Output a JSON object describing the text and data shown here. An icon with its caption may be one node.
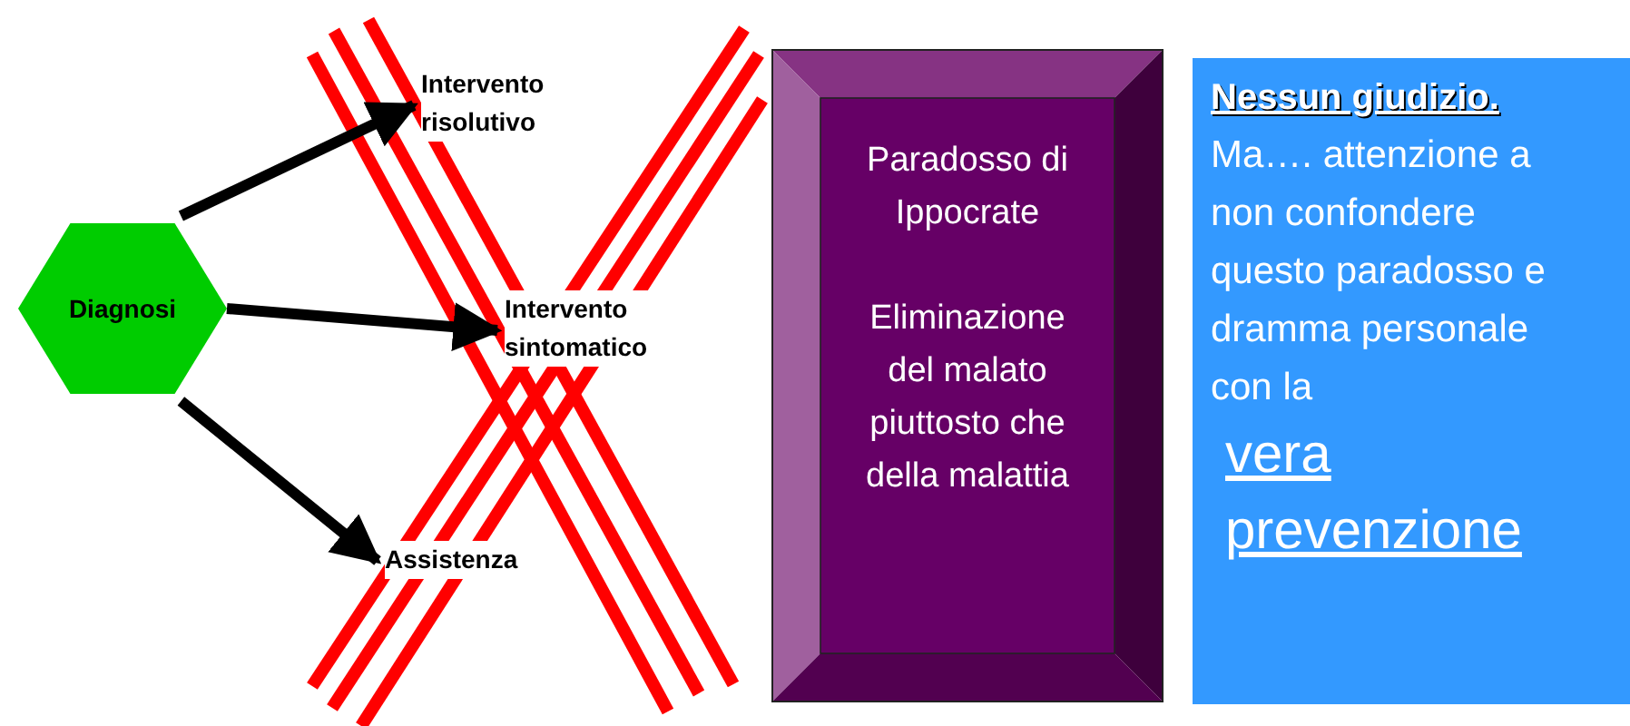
{
  "diagram": {
    "nodes": [
      {
        "text": [
          "Diagnosi"
        ]
      },
      {
        "text": [
          "Intervento risolutivo"
        ]
      },
      {
        "text": [
          "Intervento sintomatico"
        ]
      },
      {
        "text": [
          "Assistenza"
        ]
      },
      {
        "text": [
          "Paradosso di Ippocrate",
          "Eliminazione del malato piuttosto che della malattia"
        ]
      },
      {
        "text": [
          "Nessun giudizio.",
          "Ma…. attenzione a non confondere questo paradosso e dramma personale con la",
          "vera prevenzione"
        ]
      }
    ],
    "edges": [
      {
        "from": 0,
        "to": 1,
        "arrow": "to"
      },
      {
        "from": 0,
        "to": 2,
        "arrow": "to"
      },
      {
        "from": 0,
        "to": 3,
        "arrow": "to"
      }
    ]
  }
}
